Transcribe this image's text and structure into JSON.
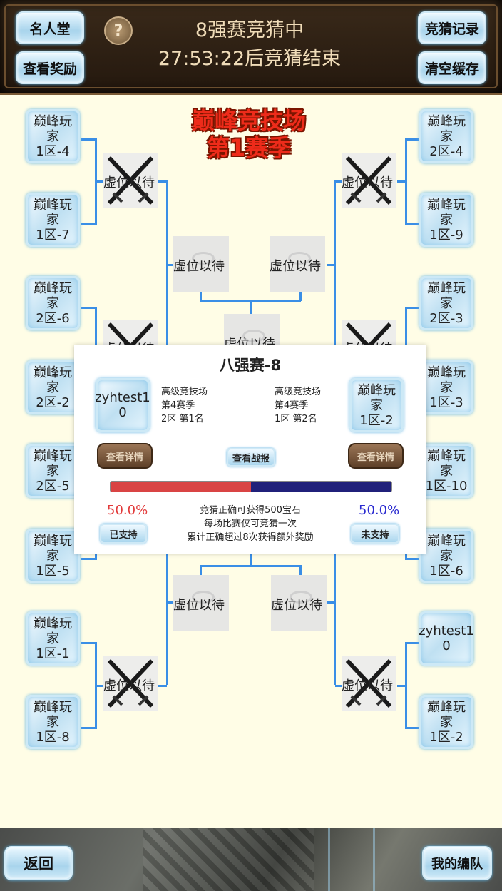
{
  "header": {
    "hall_of_fame": "名人堂",
    "view_rewards": "查看奖励",
    "help_icon": "?",
    "stage_status": "8强赛竞猜中",
    "countdown": "27:53:22后竞猜结束",
    "bet_records": "竞猜记录",
    "clear_cache": "清空缓存"
  },
  "season_title": {
    "line1": "巅峰竞技场",
    "line2": "第1赛季"
  },
  "left_players": [
    {
      "name": "巅峰玩家",
      "server": "1区-4"
    },
    {
      "name": "巅峰玩家",
      "server": "1区-7"
    },
    {
      "name": "巅峰玩家",
      "server": "2区-6"
    },
    {
      "name": "巅峰玩家",
      "server": "2区-2"
    },
    {
      "name": "巅峰玩家",
      "server": "2区-5"
    },
    {
      "name": "巅峰玩家",
      "server": "1区-5"
    },
    {
      "name": "巅峰玩家",
      "server": "1区-1"
    },
    {
      "name": "巅峰玩家",
      "server": "1区-8"
    }
  ],
  "right_players": [
    {
      "name": "巅峰玩家",
      "server": "2区-4"
    },
    {
      "name": "巅峰玩家",
      "server": "1区-9"
    },
    {
      "name": "巅峰玩家",
      "server": "2区-3"
    },
    {
      "name": "巅峰玩家",
      "server": "1区-3"
    },
    {
      "name": "巅峰玩家",
      "server": "1区-10"
    },
    {
      "name": "巅峰玩家",
      "server": "1区-6"
    },
    {
      "name": "zyhtest1",
      "server": "0"
    },
    {
      "name": "巅峰玩家",
      "server": "1区-2"
    }
  ],
  "waiting_label": "虚位以待",
  "match_modal": {
    "title": "八强赛-8",
    "left": {
      "name_line1": "zyhtest1",
      "name_line2": "0",
      "arena": "高级竞技场",
      "season": "第4赛季",
      "rank": "2区 第1名",
      "details_button": "查看详情",
      "percent": "50.0%",
      "support_button": "已支持"
    },
    "right": {
      "name_line1": "巅峰玩家",
      "name_line2": "1区-2",
      "arena": "高级竞技场",
      "season": "第4赛季",
      "rank": "1区 第2名",
      "details_button": "查看详情",
      "percent": "50.0%",
      "support_button": "未支持"
    },
    "battle_report_button": "查看战报",
    "support_ratio_left": 0.5,
    "support_ratio_right": 0.5,
    "rules": [
      "竞猜正确可获得500宝石",
      "每场比赛仅可竞猜一次",
      "累计正确超过8次获得额外奖励"
    ],
    "colors": {
      "left": "#d94444",
      "right": "#20207a"
    }
  },
  "footer": {
    "back": "返回",
    "my_team": "我的编队"
  }
}
